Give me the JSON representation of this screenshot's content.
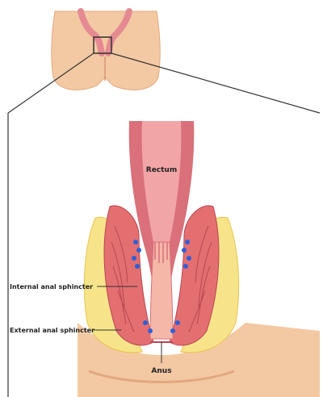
{
  "labels": {
    "rectum": "Rectum",
    "internal_sphincter": "Internal anal sphincter",
    "external_sphincter": "External anal sphincter",
    "anus": "Anus"
  },
  "colors": {
    "skin": "#f3c9a3",
    "skin_shadow": "#e2a87f",
    "rectum": "#f2a5a7",
    "rectum_dark": "#d9707a",
    "muscle": "#e36f71",
    "muscle_stripe": "#b94651",
    "fat": "#f7e48a",
    "fat_outline": "#e8c34b",
    "vessel": "#2f5fd6",
    "line": "#333333"
  }
}
